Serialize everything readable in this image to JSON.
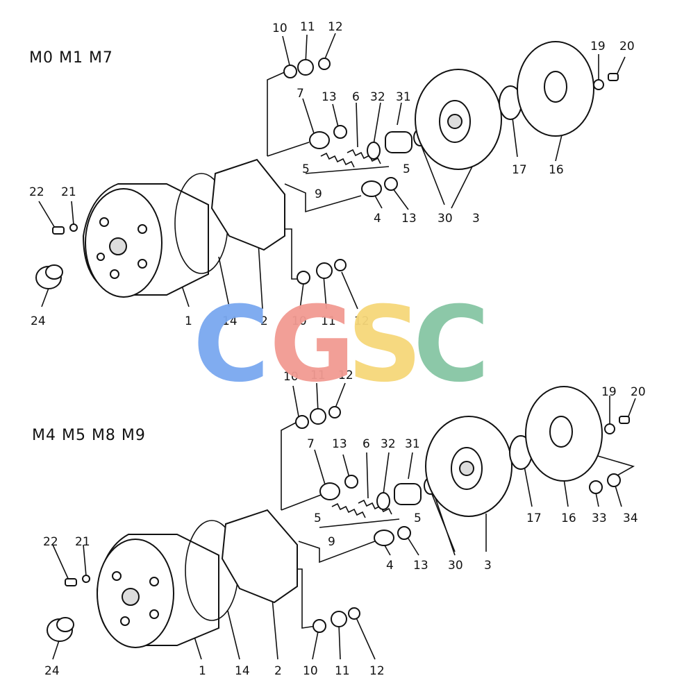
{
  "top_assembly": {
    "title": "M0 M1 M7",
    "labels": {
      "p1": "1",
      "p2": "2",
      "p3": "3",
      "p4": "4",
      "p5a": "5",
      "p5b": "5",
      "p6": "6",
      "p7": "7",
      "p9": "9",
      "p10a": "10",
      "p11a": "11",
      "p12a": "12",
      "p10b": "10",
      "p11b": "11",
      "p12b": "12",
      "p13a": "13",
      "p13b": "13",
      "p14": "14",
      "p16": "16",
      "p17": "17",
      "p19": "19",
      "p20": "20",
      "p21": "21",
      "p22": "22",
      "p24": "24",
      "p30": "30",
      "p31": "31",
      "p32": "32"
    }
  },
  "bottom_assembly": {
    "title": "M4 M5 M8 M9",
    "labels": {
      "p1": "1",
      "p2": "2",
      "p3": "3",
      "p4": "4",
      "p5a": "5",
      "p5b": "5",
      "p6": "6",
      "p7": "7",
      "p9": "9",
      "p10a": "10",
      "p11a": "11",
      "p12a": "12",
      "p10b": "10",
      "p11b": "11",
      "p12b": "12",
      "p13a": "13",
      "p13b": "13",
      "p14": "14",
      "p16": "16",
      "p17": "17",
      "p19": "19",
      "p20": "20",
      "p21": "21",
      "p22": "22",
      "p24": "24",
      "p30": "30",
      "p31": "31",
      "p32": "32",
      "p33": "33",
      "p34": "34"
    }
  },
  "watermark": {
    "letters": [
      "C",
      "G",
      "S",
      "C"
    ],
    "colors": [
      "#7aa8f0",
      "#f29a92",
      "#f6d77a",
      "#86c6a4"
    ]
  }
}
